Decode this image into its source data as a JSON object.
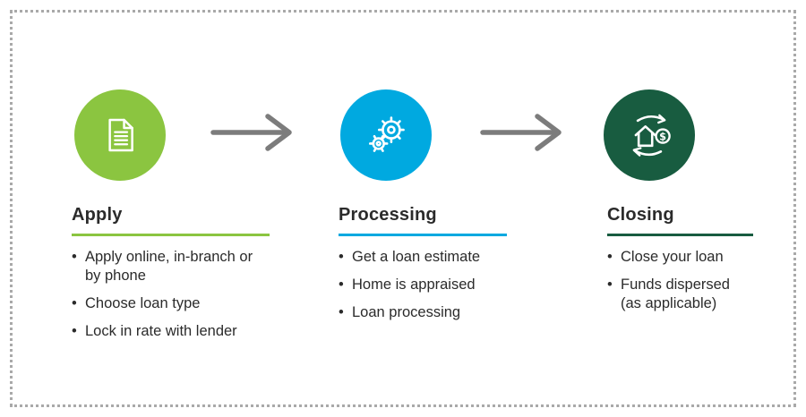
{
  "theme": {
    "background": "#ffffff",
    "border_color": "#a9a9a9",
    "text_color": "#2b2b2b",
    "arrow_color": "#7c7c7c"
  },
  "steps": [
    {
      "title": "Apply",
      "accent": "#8bc540",
      "icon": "document-icon",
      "bullets": [
        "Apply online, in-branch or by phone",
        "Choose loan type",
        "Lock in rate with lender"
      ]
    },
    {
      "title": "Processing",
      "accent": "#00a9e0",
      "icon": "gears-icon",
      "bullets": [
        "Get a loan estimate",
        "Home is appraised",
        "Loan processing"
      ]
    },
    {
      "title": "Closing",
      "accent": "#185c40",
      "icon": "house-dollar-icon",
      "bullets": [
        "Close your loan",
        "Funds dispersed (as applicable)"
      ]
    }
  ]
}
